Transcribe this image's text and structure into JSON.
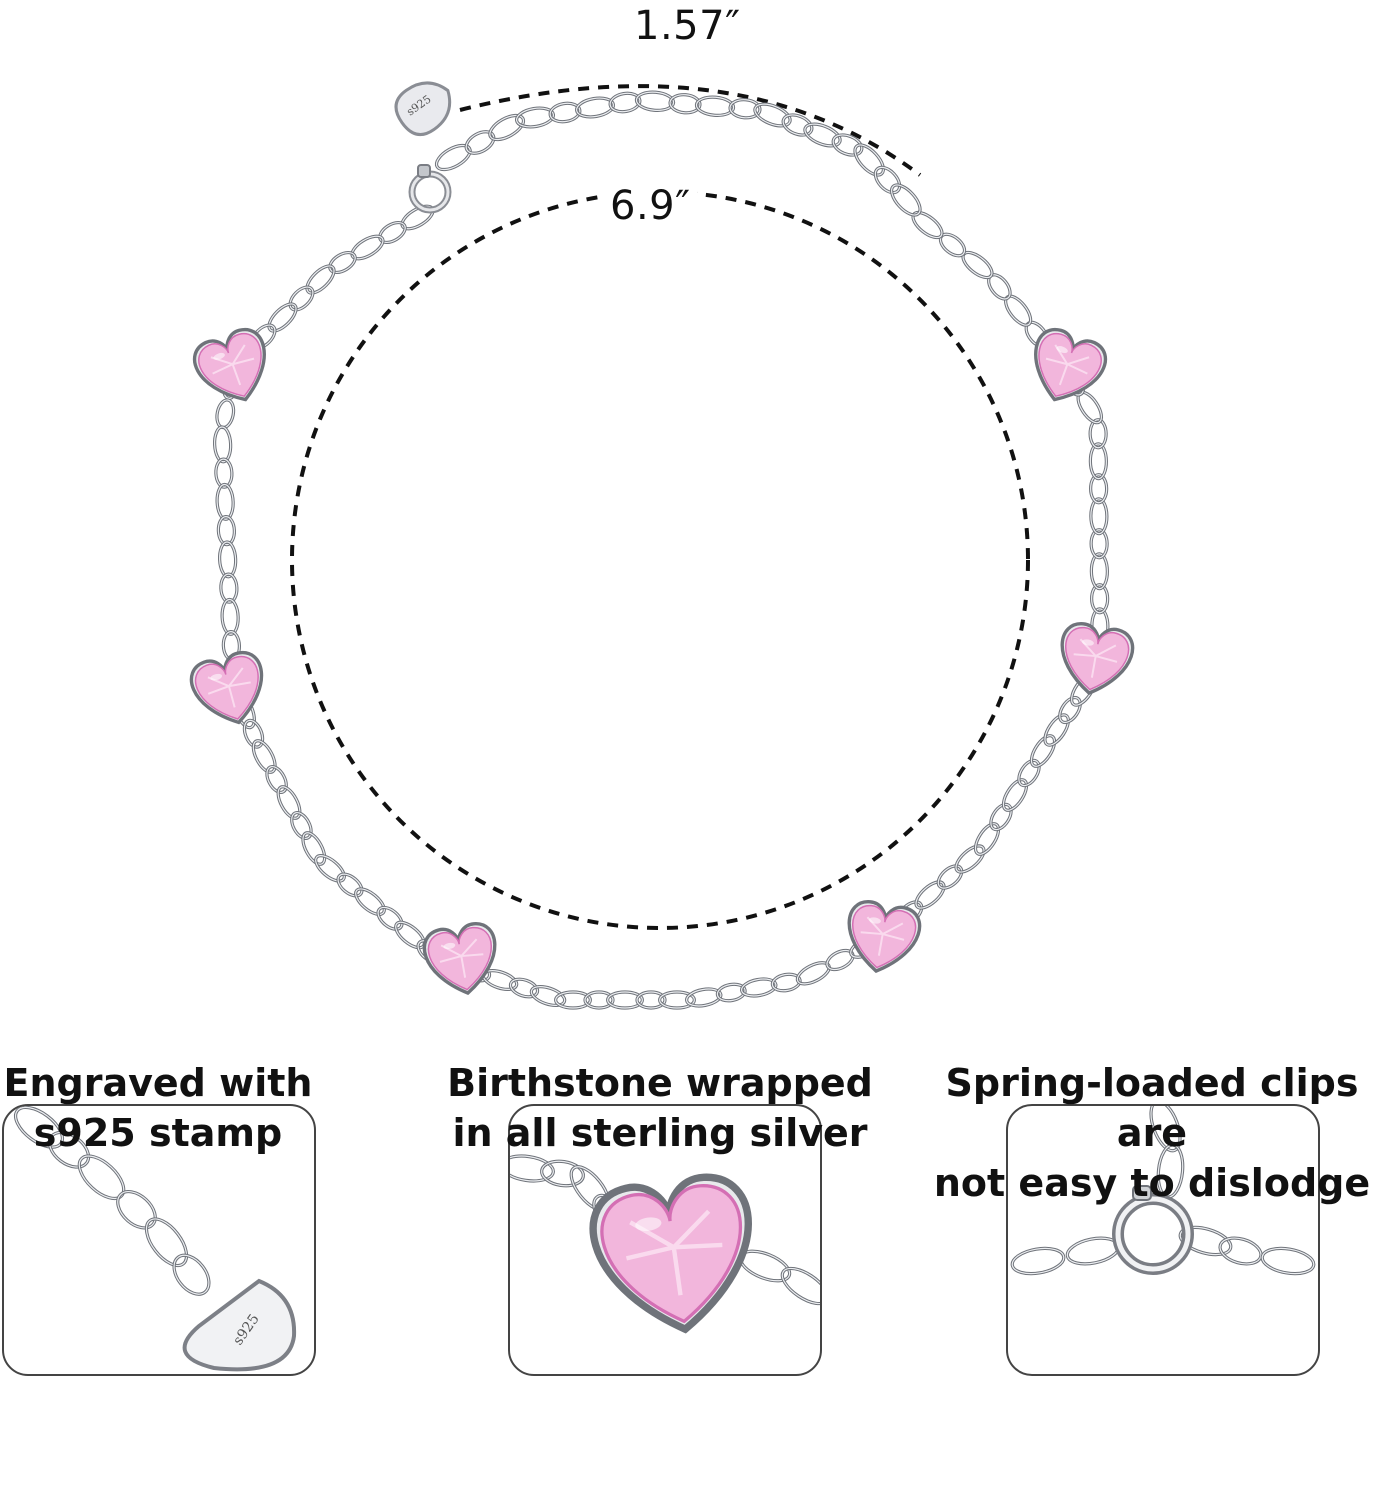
{
  "measurements": {
    "extender_length": "1.57″",
    "bracelet_length": "6.9″"
  },
  "stamp_text": "s925",
  "colors": {
    "gem_pink": "#f2b6dc",
    "gem_pink_dark": "#d46fb4",
    "silver": "#b9bcc2",
    "silver_dark": "#6f737a",
    "dash": "#111111",
    "panel_border": "#444444"
  },
  "features": [
    {
      "line1": "Engraved with",
      "line2": "s925 stamp"
    },
    {
      "line1": "Birthstone wrapped",
      "line2": "in all sterling silver"
    },
    {
      "line1": "Spring-loaded clips are",
      "line2": "not easy to dislodge"
    }
  ]
}
